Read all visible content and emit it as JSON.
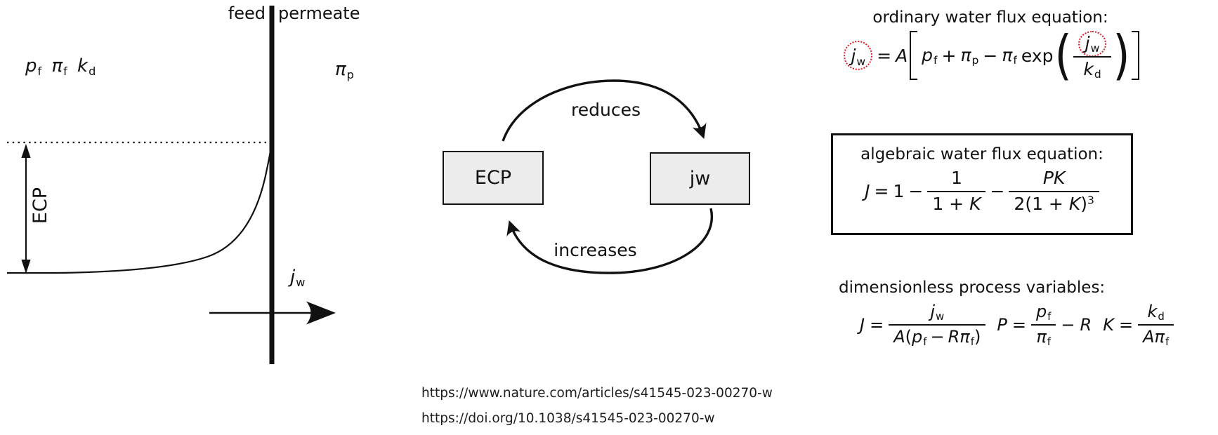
{
  "colors": {
    "ink": "#111111",
    "highlight_red": "#e01b24",
    "node_box_fill": "#ececec",
    "background": "#ffffff"
  },
  "membrane_diagram": {
    "feed_label": "feed",
    "permeate_label": "permeate",
    "feed_pressure": {
      "base": "p",
      "sub": "f"
    },
    "feed_osmotic": {
      "base": "π",
      "sub": "f"
    },
    "mass_transfer": {
      "base": "k",
      "sub": "d"
    },
    "permeate_osmotic": {
      "base": "π",
      "sub": "p"
    },
    "ecp_label": "ECP",
    "water_flux": {
      "base": "j",
      "sub": "w"
    }
  },
  "loop_diagram": {
    "ecp_box_label": "ECP",
    "jw_box_label": "jw",
    "top_arrow_label": "reduces",
    "bottom_arrow_label": "increases"
  },
  "equations": {
    "ordinary": {
      "title": "ordinary water flux equation:",
      "lhs": {
        "base": "j",
        "sub": "w"
      },
      "equals": "=",
      "coefficient": "A",
      "p_f": {
        "base": "p",
        "sub": "f"
      },
      "plus": "+",
      "pi_p": {
        "base": "π",
        "sub": "p"
      },
      "minus": "−",
      "pi_f": {
        "base": "π",
        "sub": "f"
      },
      "exp": "exp",
      "open_paren": "(",
      "frac_num": {
        "base": "j",
        "sub": "w"
      },
      "frac_den": {
        "base": "k",
        "sub": "d"
      },
      "close_paren": ")"
    },
    "algebraic": {
      "title": "algebraic water flux equation:",
      "lhs": "J",
      "equals": "=",
      "one": "1",
      "minus_1": "−",
      "frac1_num": "1",
      "frac1_den_lead": "1 + ",
      "frac1_den_K": "K",
      "minus_2": "−",
      "frac2_num_P": "P",
      "frac2_num_K": "K",
      "frac2_den_lead": "2(1 + ",
      "frac2_den_K": "K",
      "frac2_den_close": ")",
      "frac2_den_power": "3"
    },
    "dimensionless": {
      "title": "dimensionless process variables:",
      "J": {
        "lhs": "J",
        "equals": "=",
        "num": {
          "base": "j",
          "sub": "w"
        },
        "den": {
          "A": "A",
          "open": "(",
          "p": "p",
          "p_sub": "f",
          "minus": "−",
          "R": "R",
          "pi": "π",
          "pi_sub": "f",
          "close": ")"
        }
      },
      "P": {
        "lhs": "P",
        "equals": "=",
        "num": {
          "base": "p",
          "sub": "f"
        },
        "den": {
          "base": "π",
          "sub": "f"
        },
        "minus": "−",
        "R": "R"
      },
      "K": {
        "lhs": "K",
        "equals": "=",
        "num": {
          "base": "k",
          "sub": "d"
        },
        "den": {
          "A": "A",
          "pi": "π",
          "pi_sub": "f"
        }
      }
    }
  },
  "links": {
    "nature_article_url": "https://www.nature.com/articles/s41545-023-00270-w",
    "doi_url": "https://doi.org/10.1038/s41545-023-00270-w"
  }
}
